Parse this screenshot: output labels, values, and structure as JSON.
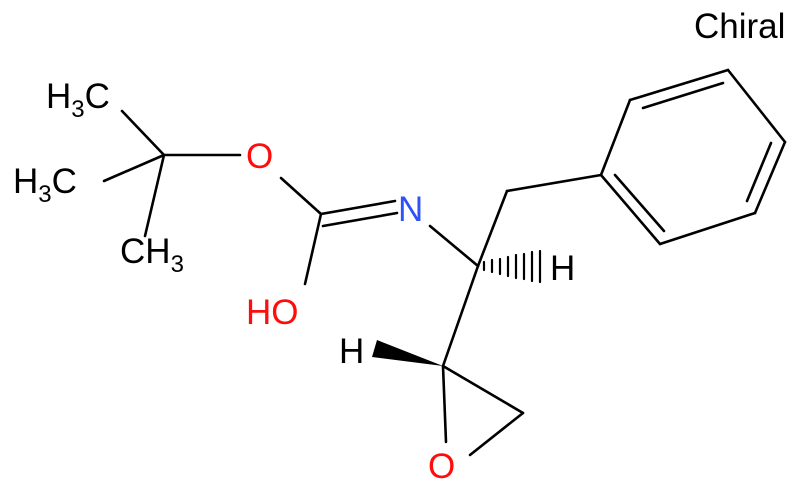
{
  "chiral_label": "Chiral",
  "atom_labels": {
    "methyl_1": {
      "main": "H",
      "sub": "3",
      "tail": "C"
    },
    "methyl_2": {
      "main": "H",
      "sub": "3",
      "tail": "C"
    },
    "methyl_3": {
      "main": "CH",
      "sub": "3"
    },
    "oxygen_ester": "O",
    "nitrogen": "N",
    "hydroxyl": "HO",
    "hydrogen_alpha": "H",
    "hydrogen_epoxide": "H",
    "oxygen_epoxide": "O"
  },
  "colors": {
    "bond": "#000000",
    "carbon_label": "#000000",
    "oxygen": "#ff0d0d",
    "nitrogen": "#3050f8"
  }
}
